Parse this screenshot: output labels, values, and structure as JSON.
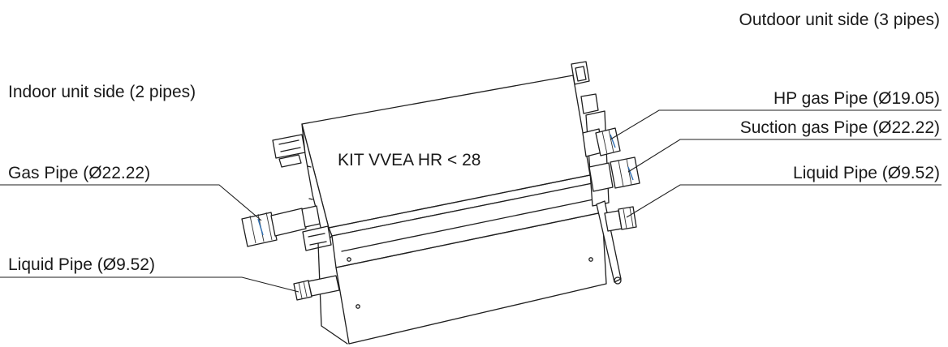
{
  "labels": {
    "outdoor_side": "Outdoor unit side (3 pipes)",
    "indoor_side": "Indoor unit side (2 pipes)",
    "hp_gas_pipe": "HP gas Pipe (Ø19.05)",
    "suction_gas_pipe": "Suction gas Pipe (Ø22.22)",
    "liquid_pipe_outdoor": "Liquid Pipe (Ø9.52)",
    "gas_pipe_indoor": "Gas Pipe (Ø22.22)",
    "liquid_pipe_indoor": "Liquid Pipe (Ø9.52)",
    "kit_name": "KIT VVEA HR < 28"
  },
  "colors": {
    "line": "#1e1e1e",
    "text": "#1a1a1a",
    "accent": "#2f6fb3",
    "background": "#ffffff"
  }
}
